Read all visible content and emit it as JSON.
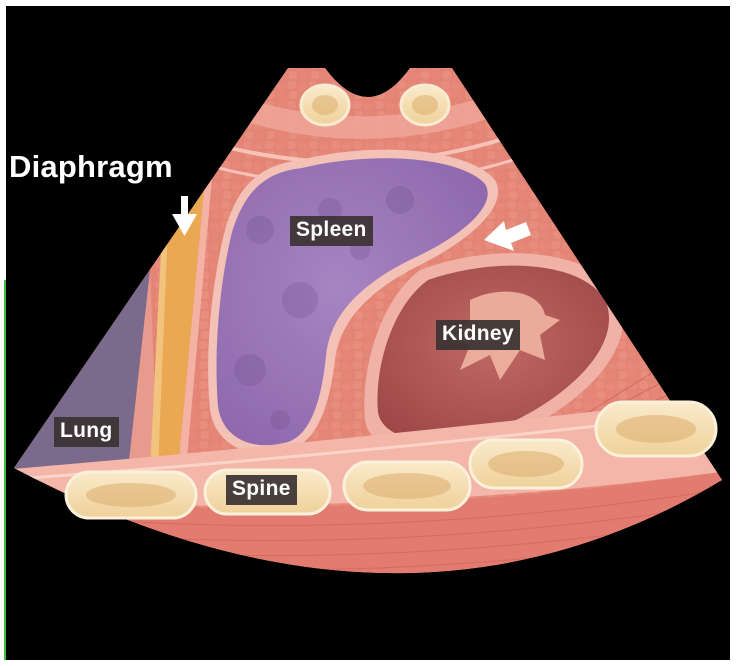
{
  "labels": {
    "diaphragm": "Diaphragm",
    "spleen": "Spleen",
    "kidney": "Kidney",
    "lung": "Lung",
    "spine": "Spine"
  },
  "colors": {
    "background": "#000000",
    "muscle": "#e37e73",
    "fat": "#f3d17c",
    "spleen": "#9a74b6",
    "kidney": "#a94d4d",
    "lung": "#7a6888",
    "vertebra": "#f4deac",
    "diaphragm": "#eaa853",
    "arrow": "#ffffff"
  },
  "icons": {
    "diaphragm_pointer": "down-arrow-icon",
    "spleen_pointer": "left-arrow-icon"
  }
}
